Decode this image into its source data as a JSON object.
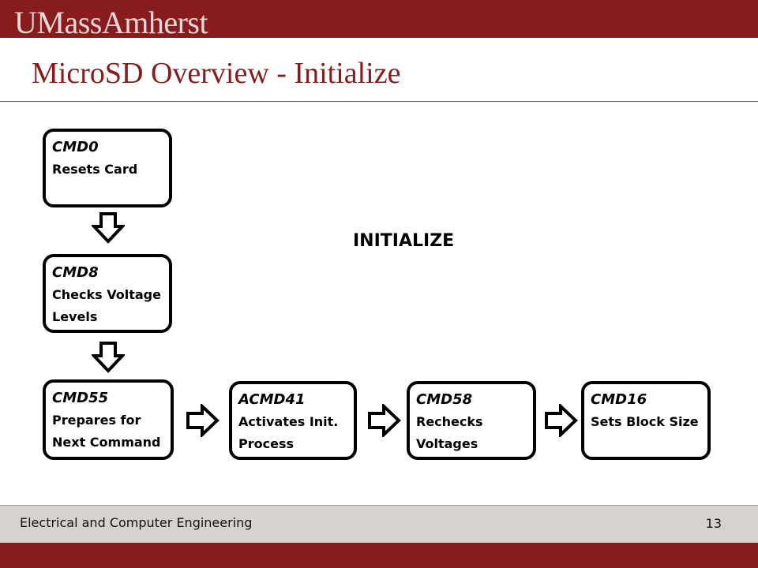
{
  "header": {
    "brand": "UMassAmherst",
    "brand_color": "#881c1c"
  },
  "slide": {
    "title": "MicroSD Overview - Initialize",
    "diagram_heading": "INITIALIZE",
    "steps": [
      {
        "code": "CMD0",
        "description": "Resets Card"
      },
      {
        "code": "CMD8",
        "description": "Checks Voltage\nLevels"
      },
      {
        "code": "CMD55",
        "description": "Prepares for\nNext Command"
      },
      {
        "code": "ACMD41",
        "description": "Activates Init.\nProcess"
      },
      {
        "code": "CMD58",
        "description": "Rechecks\nVoltages"
      },
      {
        "code": "CMD16",
        "description": "Sets Block Size"
      }
    ],
    "arrow_icons": [
      "arrow-down-icon",
      "arrow-down-icon",
      "arrow-right-icon",
      "arrow-right-icon",
      "arrow-right-icon"
    ]
  },
  "footer": {
    "department": "Electrical and Computer Engineering",
    "page_number": "13"
  }
}
